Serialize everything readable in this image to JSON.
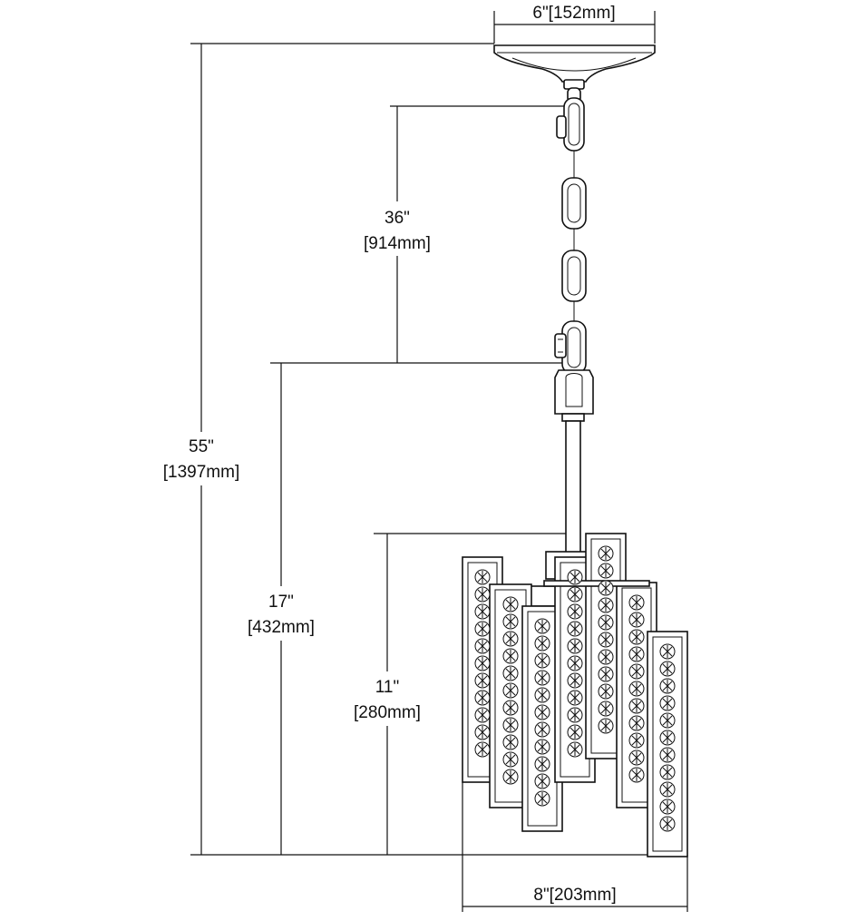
{
  "dimensions": {
    "canopy_width": "6\"[152mm]",
    "chain_length": {
      "inches": "36\"",
      "mm": "[914mm]"
    },
    "overall_height": {
      "inches": "55\"",
      "mm": "[1397mm]"
    },
    "fixture_height_with_stem": {
      "inches": "17\"",
      "mm": "[432mm]"
    },
    "shade_height": {
      "inches": "11\"",
      "mm": "[280mm]"
    },
    "fixture_width": "8\"[203mm]"
  }
}
